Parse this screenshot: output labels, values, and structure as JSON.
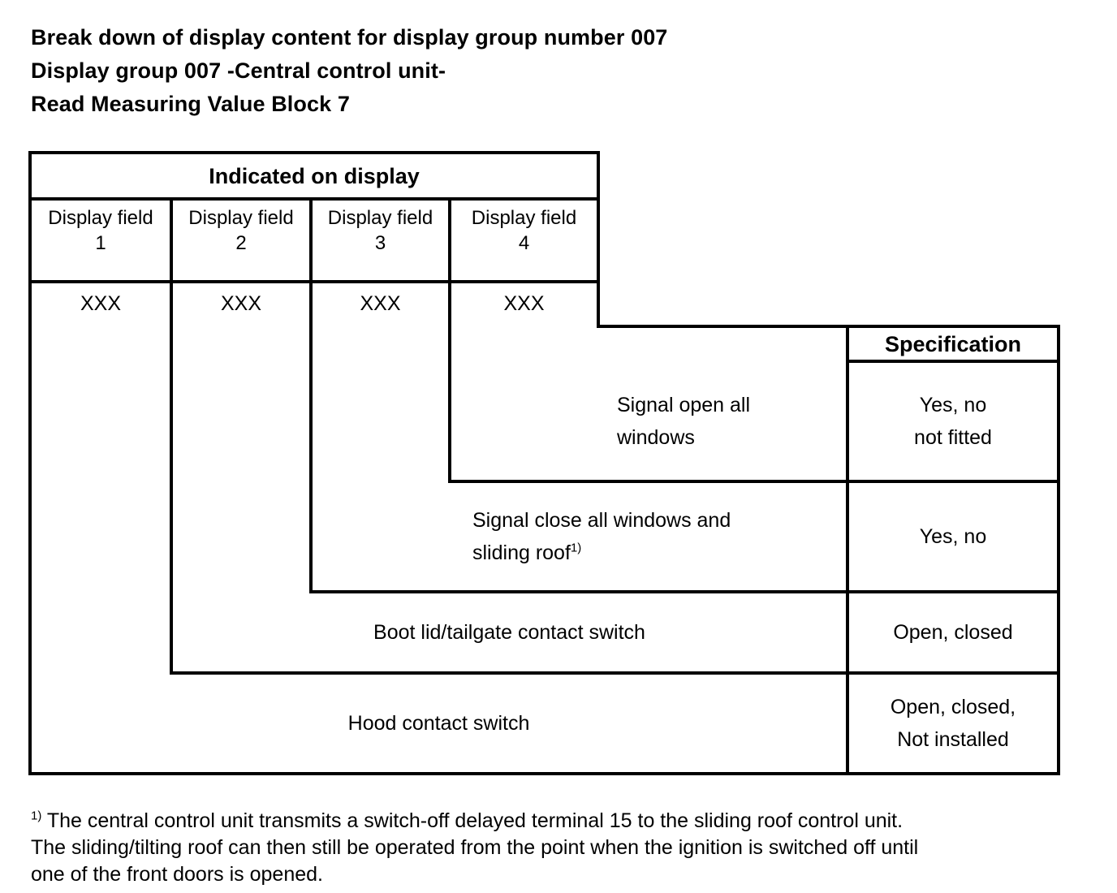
{
  "document": {
    "headings": [
      "Break down of display content for display group number 007",
      "Display group 007 -Central control unit-",
      "Read Measuring Value Block 7"
    ]
  },
  "table": {
    "group_header": "Indicated on display",
    "spec_header": "Specification",
    "display_fields": [
      {
        "label": "Display field",
        "number": "1",
        "value": "XXX"
      },
      {
        "label": "Display field",
        "number": "2",
        "value": "XXX"
      },
      {
        "label": "Display field",
        "number": "3",
        "value": "XXX"
      },
      {
        "label": "Display field",
        "number": "4",
        "value": "XXX"
      }
    ],
    "rows": [
      {
        "name": "Signal open all\nwindows",
        "name_plain": "Signal open all windows",
        "specification": "Yes, no\nnot fitted",
        "footnote_marker": ""
      },
      {
        "name": "Signal close all windows and\nsliding roof",
        "name_plain": "Signal close all windows and sliding roof",
        "specification": "Yes, no",
        "footnote_marker": "1)"
      },
      {
        "name": "Boot lid/tailgate contact switch",
        "name_plain": "Boot lid/tailgate contact switch",
        "specification": "Open, closed",
        "footnote_marker": ""
      },
      {
        "name": "Hood contact switch",
        "name_plain": "Hood contact switch",
        "specification": "Open, closed,\nNot installed",
        "footnote_marker": ""
      }
    ]
  },
  "footnote": {
    "marker": "1)",
    "lines": [
      "The central control unit transmits a switch-off delayed terminal 15 to the sliding roof control unit.",
      "The sliding/tilting roof can then still be operated from the point when the ignition is switched off until",
      "one of the front doors is opened."
    ]
  },
  "colors": {
    "ink": "#000000",
    "paper": "#ffffff"
  }
}
